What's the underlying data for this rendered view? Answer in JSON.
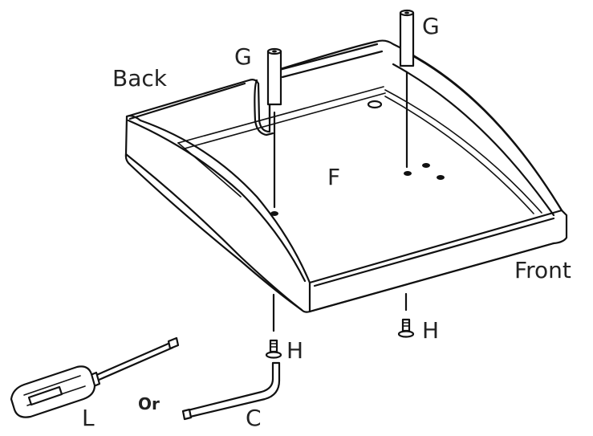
{
  "labels": {
    "back": "Back",
    "front": "Front",
    "f": "F",
    "g_left": "G",
    "g_right": "G",
    "h_left": "H",
    "h_right": "H",
    "c": "C",
    "l": "L",
    "or": "Or"
  },
  "parts": {
    "tray": "tray-panel",
    "posts": [
      "post-g-left",
      "post-g-right"
    ],
    "screws": [
      "screw-h-left",
      "screw-h-right"
    ],
    "tools": [
      "allen-key-c",
      "screwdriver-l"
    ]
  }
}
